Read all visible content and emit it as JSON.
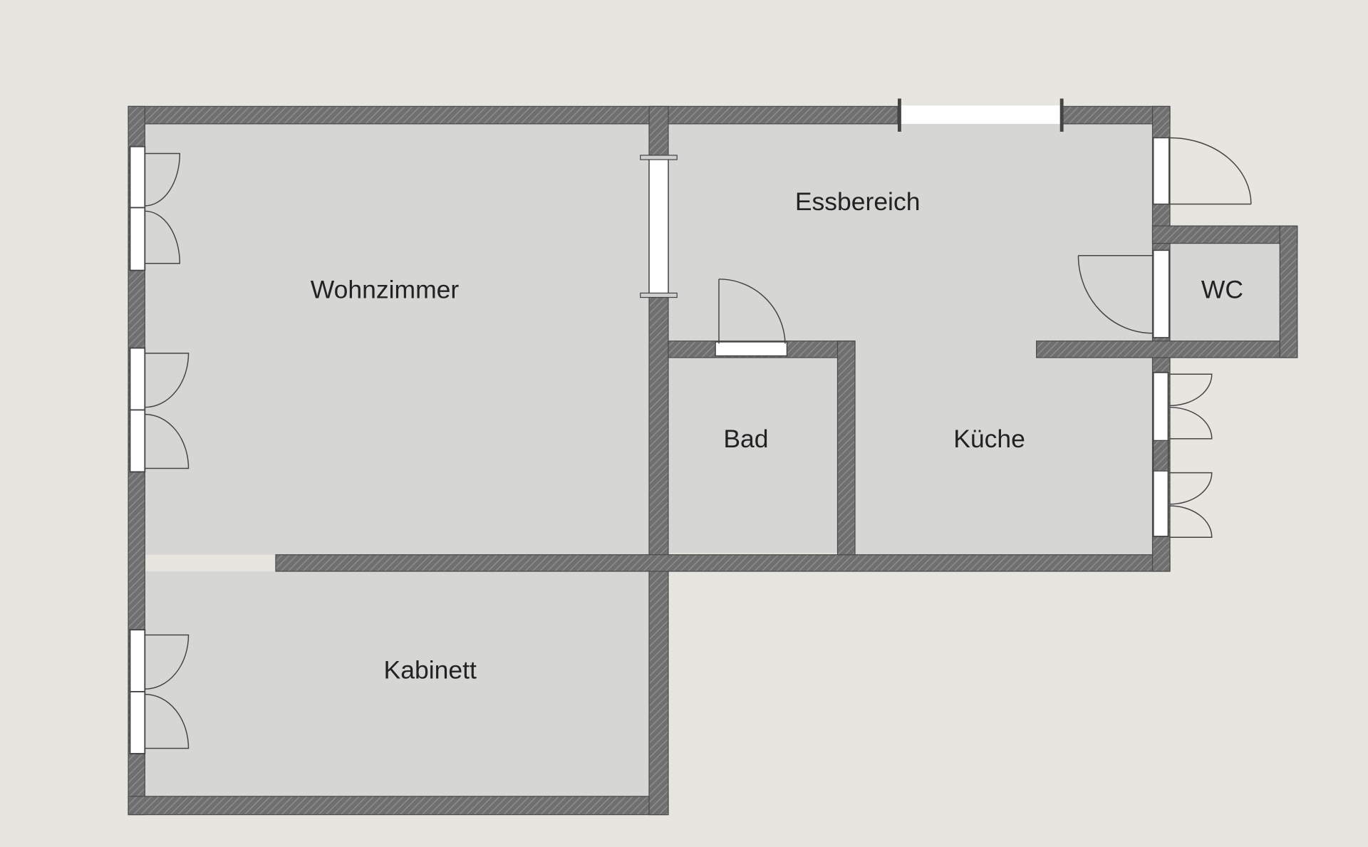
{
  "colors": {
    "background": "#e7e5e0",
    "floor": "#d6d6d4",
    "wall": "#6f6f6f",
    "wall_hatch": "#888888",
    "opening": "#ffffff",
    "outline": "#444444",
    "label": "#222222"
  },
  "rooms": [
    {
      "id": "wohnzimmer",
      "label": "Wohnzimmer"
    },
    {
      "id": "essbereich",
      "label": "Essbereich"
    },
    {
      "id": "bad",
      "label": "Bad"
    },
    {
      "id": "kueche",
      "label": "Küche"
    },
    {
      "id": "wc",
      "label": "WC"
    },
    {
      "id": "kabinett",
      "label": "Kabinett"
    }
  ]
}
